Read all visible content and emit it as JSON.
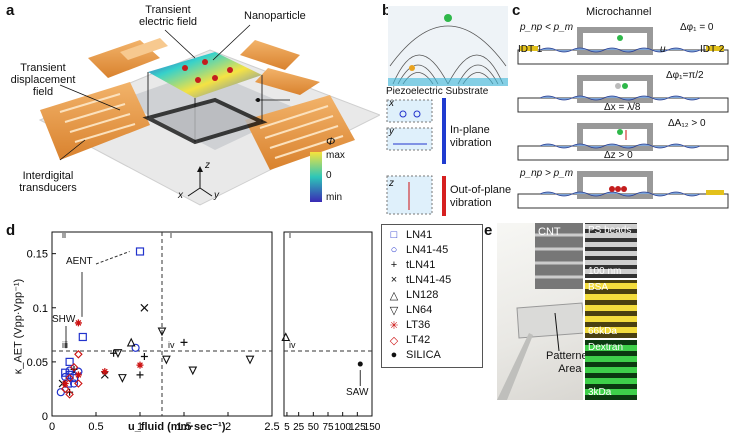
{
  "panels": {
    "a": {
      "label": "a",
      "electric_field": "Transient\nelectric field",
      "nanoparticle": "Nanoparticle",
      "displacement_field": "Transient\ndisplacement\nfield",
      "idt": "Interdigital\ntransducers",
      "phi_symbol": "Φ",
      "max": "max",
      "zero": "0",
      "min": "min",
      "axis_z": "z",
      "axis_x": "x",
      "axis_y": "y"
    },
    "b": {
      "label": "b",
      "substrate": "Piezoelectric Substrate",
      "inplane": "In-plane\nvibration",
      "outplane": "Out-of-plane\nvibration",
      "x": "x",
      "y": "y",
      "z": "z"
    },
    "c": {
      "label": "c",
      "microchannel": "Microchannel",
      "p1": "p_np < p_m",
      "dphi1": "Δφ₁ = 0",
      "idt1": "IDT 1",
      "idt2": "IDT 2",
      "u": "u",
      "dphi2": "Δφ₁=π/2",
      "dx": "Δx = λ/8",
      "dA": "ΔA₁₂ > 0",
      "dz": "Δz > 0",
      "p2": "p_np > p_m"
    },
    "d": {
      "label": "d",
      "ylabel": "κ_AET (Vpp·Vpp⁻¹)",
      "xlabel": "u_fluid (mm·sec⁻¹)",
      "annotations": {
        "aent": "AENT",
        "shw": "SHW",
        "saw": "SAW"
      },
      "quadrants": {
        "ii": "ii",
        "i": "i",
        "iii": "iii",
        "iv": "iv",
        "i_right": "i",
        "iv_right": "iv"
      }
    },
    "e": {
      "label": "e",
      "cnt": "CNT",
      "patterned": "Patterned\nArea",
      "ps": "PS beads",
      "nm": "100 nm",
      "bsa": "BSA",
      "kda66": "66kDa",
      "dextran": "Dextran",
      "kda3": "3kDa"
    }
  },
  "chart_data": {
    "type": "scatter",
    "xlabel": "u_fluid (mm·sec⁻¹)",
    "ylabel": "κ_AET (Vpp·Vpp⁻¹)",
    "ylim": [
      0,
      0.17
    ],
    "xlim_left": [
      0,
      2.5
    ],
    "xlim_right": [
      0,
      150
    ],
    "xticks_left": [
      "0",
      "0.5",
      "1",
      "1.5",
      "2",
      "2.5"
    ],
    "xticks_right": [
      "5",
      "25",
      "50",
      "75",
      "100",
      "125",
      "150"
    ],
    "yticks": [
      "0",
      "0.05",
      "0.1",
      "0.15"
    ],
    "threshold_x": 1.25,
    "threshold_y": 0.06,
    "legend_placement": "right",
    "series": [
      {
        "name": "LN41",
        "marker": "square",
        "color": "#2233cc",
        "points": [
          [
            1.0,
            0.152
          ],
          [
            0.35,
            0.073
          ],
          [
            0.2,
            0.05
          ],
          [
            0.15,
            0.04
          ],
          [
            0.2,
            0.038
          ],
          [
            0.25,
            0.035
          ],
          [
            0.18,
            0.03
          ]
        ]
      },
      {
        "name": "LN41-45",
        "marker": "circle",
        "color": "#2233cc",
        "points": [
          [
            0.95,
            0.063
          ],
          [
            0.2,
            0.042
          ],
          [
            0.3,
            0.041
          ],
          [
            0.15,
            0.036
          ],
          [
            0.25,
            0.03
          ],
          [
            0.1,
            0.022
          ]
        ]
      },
      {
        "name": "tLN41",
        "marker": "plus",
        "color": "#111111",
        "points": [
          [
            1.5,
            0.068
          ],
          [
            1.05,
            0.055
          ],
          [
            0.7,
            0.058
          ],
          [
            0.25,
            0.043
          ],
          [
            1.0,
            0.038
          ],
          [
            0.2,
            0.022
          ]
        ]
      },
      {
        "name": "tLN41-45",
        "marker": "x",
        "color": "#111111",
        "points": [
          [
            1.05,
            0.1
          ],
          [
            0.6,
            0.038
          ],
          [
            0.12,
            0.03
          ]
        ]
      },
      {
        "name": "LN128",
        "marker": "triangle-up",
        "color": "#111111",
        "points": [
          [
            0.9,
            0.068
          ],
          [
            3,
            0.073
          ]
        ]
      },
      {
        "name": "LN64",
        "marker": "triangle-down",
        "color": "#111111",
        "points": [
          [
            1.25,
            0.078
          ],
          [
            1.3,
            0.052
          ],
          [
            0.75,
            0.058
          ],
          [
            1.6,
            0.042
          ],
          [
            2.25,
            0.052
          ],
          [
            0.8,
            0.035
          ]
        ]
      },
      {
        "name": "LT36",
        "marker": "star",
        "color": "#cc1111",
        "points": [
          [
            0.3,
            0.086
          ],
          [
            1.0,
            0.047
          ],
          [
            0.6,
            0.041
          ],
          [
            0.3,
            0.038
          ],
          [
            0.15,
            0.03
          ]
        ]
      },
      {
        "name": "LT42",
        "marker": "diamond",
        "color": "#cc1111",
        "points": [
          [
            0.3,
            0.057
          ],
          [
            0.25,
            0.045
          ],
          [
            0.2,
            0.035
          ],
          [
            0.3,
            0.03
          ],
          [
            0.15,
            0.025
          ],
          [
            0.2,
            0.02
          ]
        ]
      },
      {
        "name": "SILICA",
        "marker": "dot",
        "color": "#111111",
        "points": [
          [
            130,
            0.048
          ]
        ]
      }
    ]
  }
}
